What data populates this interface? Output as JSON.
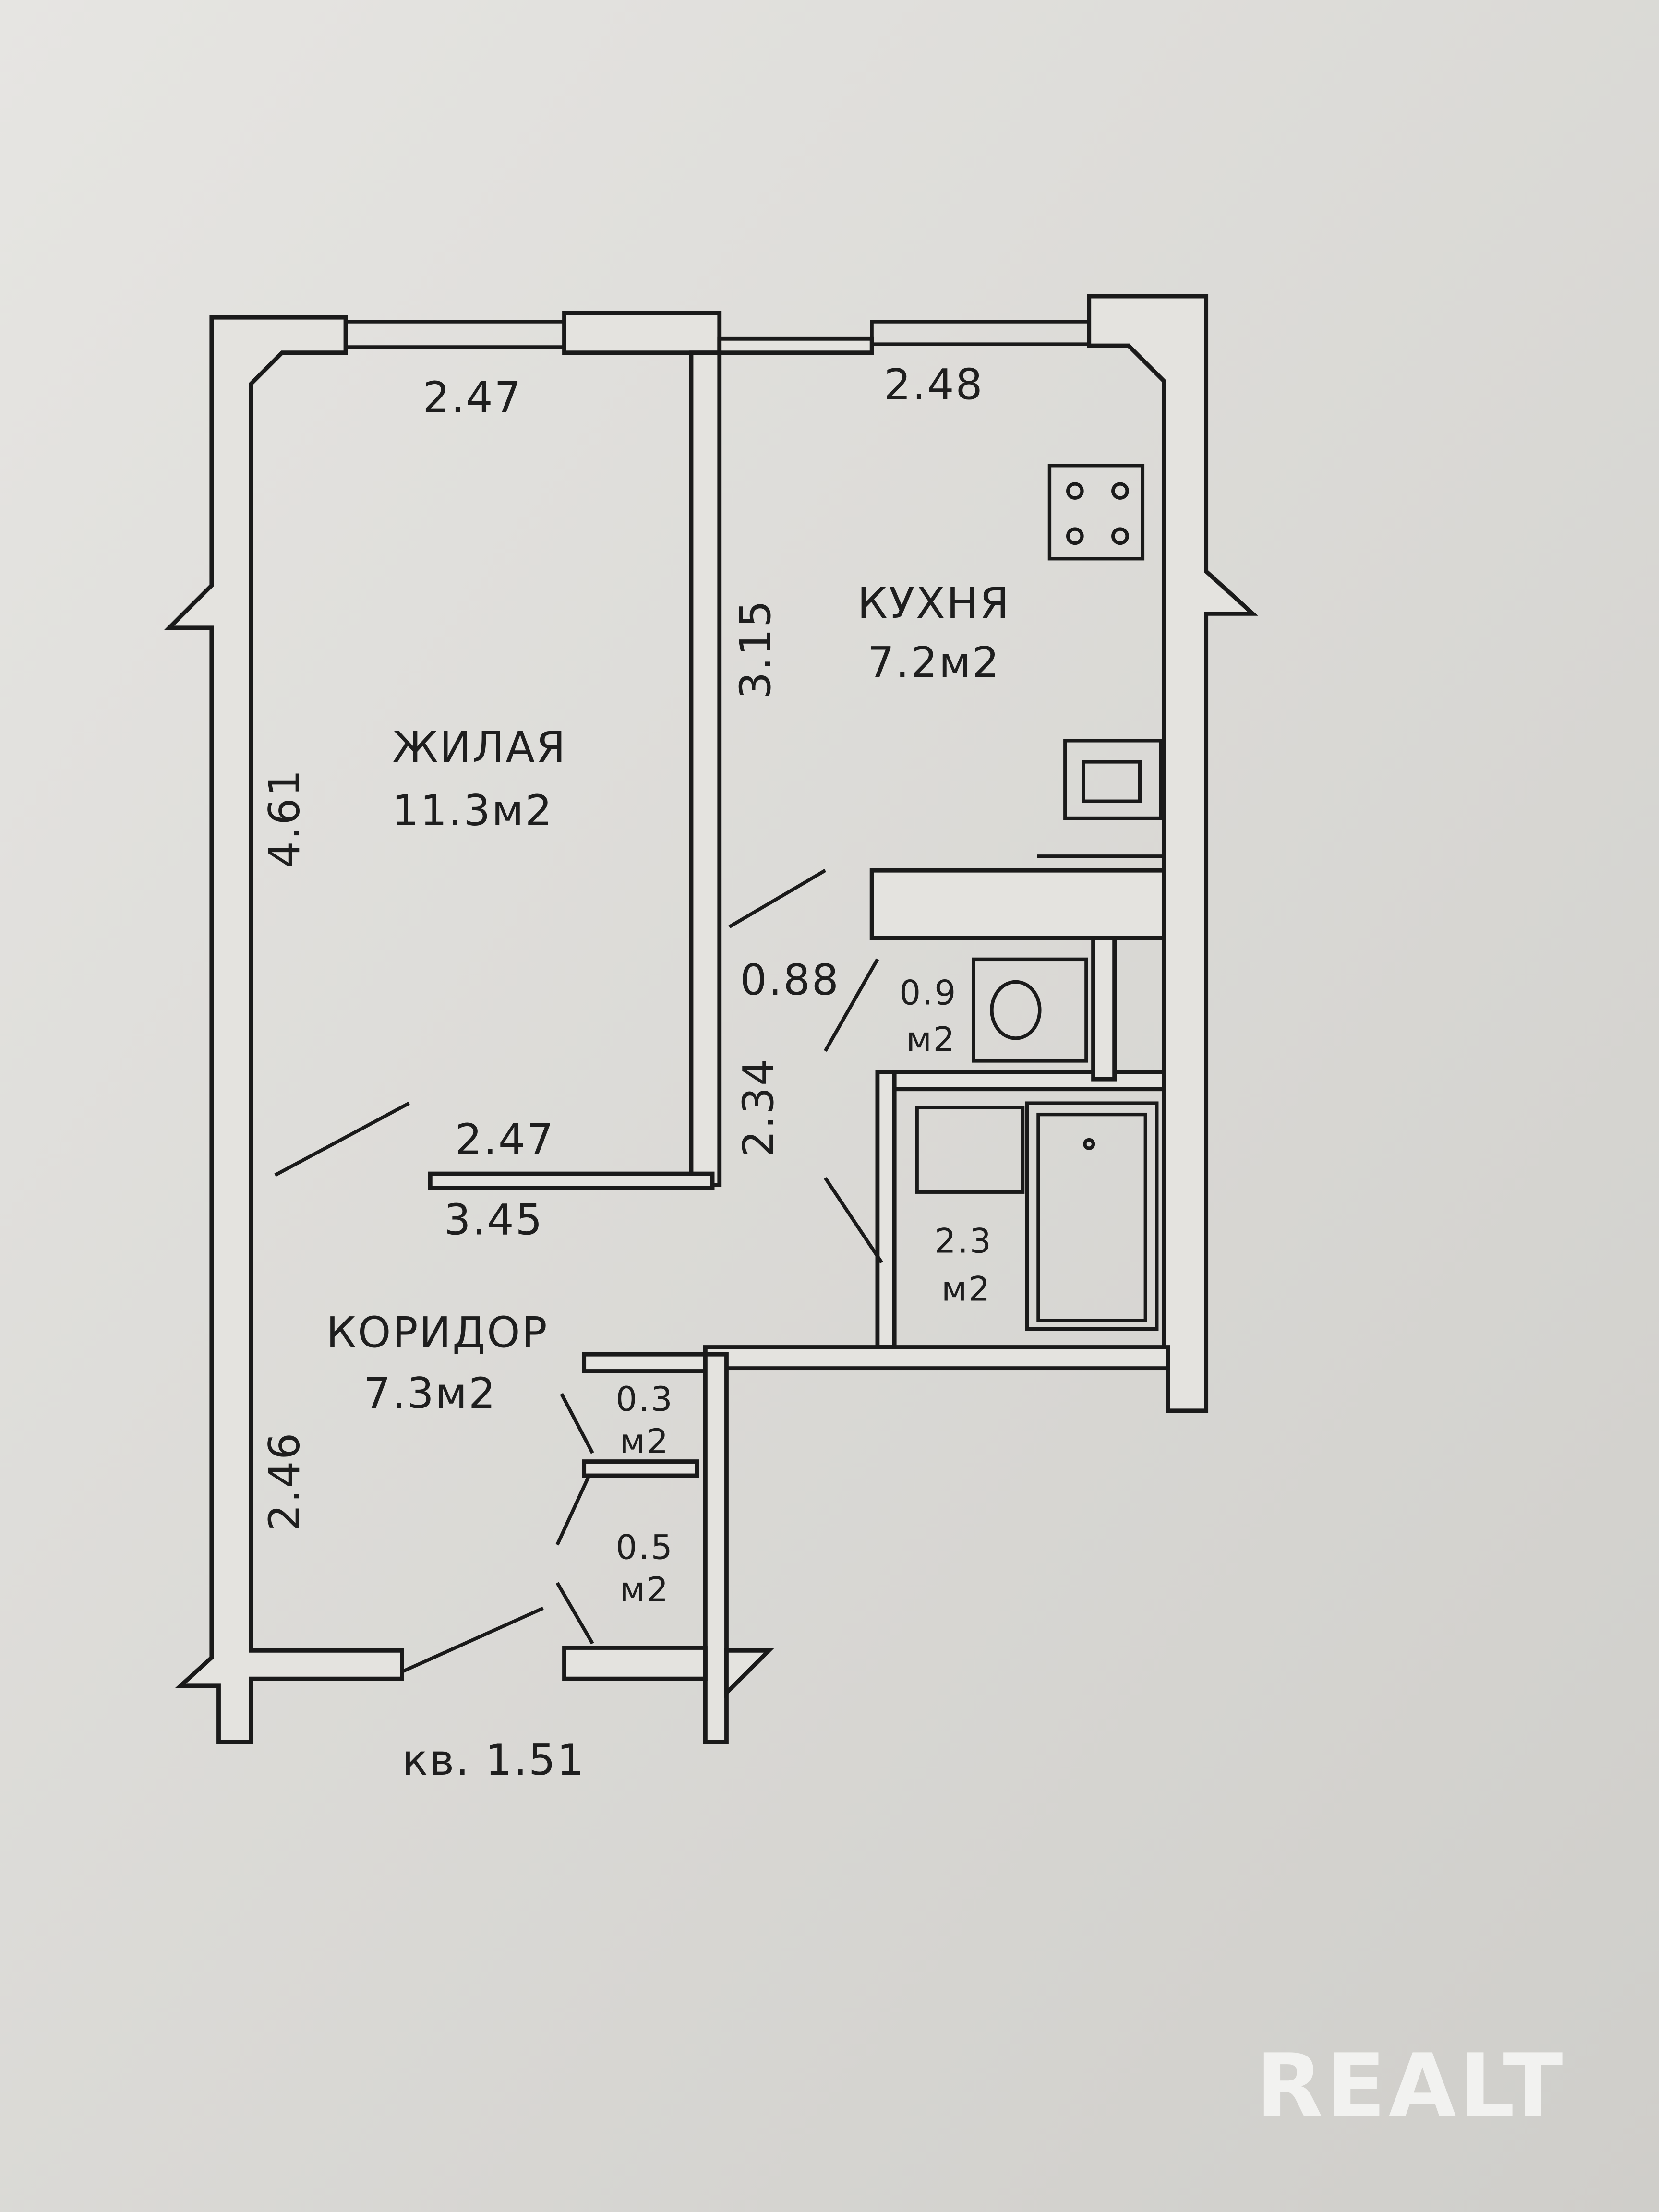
{
  "rooms": {
    "living": {
      "name": "ЖИЛАЯ",
      "area": "11.3м2"
    },
    "kitchen": {
      "name": "КУХНЯ",
      "area": "7.2м2"
    },
    "corridor": {
      "name": "КОРИДОР",
      "area": "7.3м2"
    },
    "toilet": {
      "area_value": "0.9",
      "area_unit": "м2"
    },
    "bathroom": {
      "area_value": "2.3",
      "area_unit": "м2"
    },
    "closet1": {
      "area_value": "0.3",
      "area_unit": "м2"
    },
    "closet2": {
      "area_value": "0.5",
      "area_unit": "м2"
    }
  },
  "dimensions": {
    "living_top": "2.47",
    "kitchen_top": "2.48",
    "living_left": "4.61",
    "kitchen_left": "3.15",
    "hall_gap": "0.88",
    "hall_vertical": "2.34",
    "living_bottom": "2.47",
    "corridor_width": "3.45",
    "corridor_left": "2.46"
  },
  "apartment_label": "кв. 1.51",
  "watermark": "REALT",
  "colors": {
    "paper": "#d9d8d4",
    "ink": "#1a1a1a"
  }
}
